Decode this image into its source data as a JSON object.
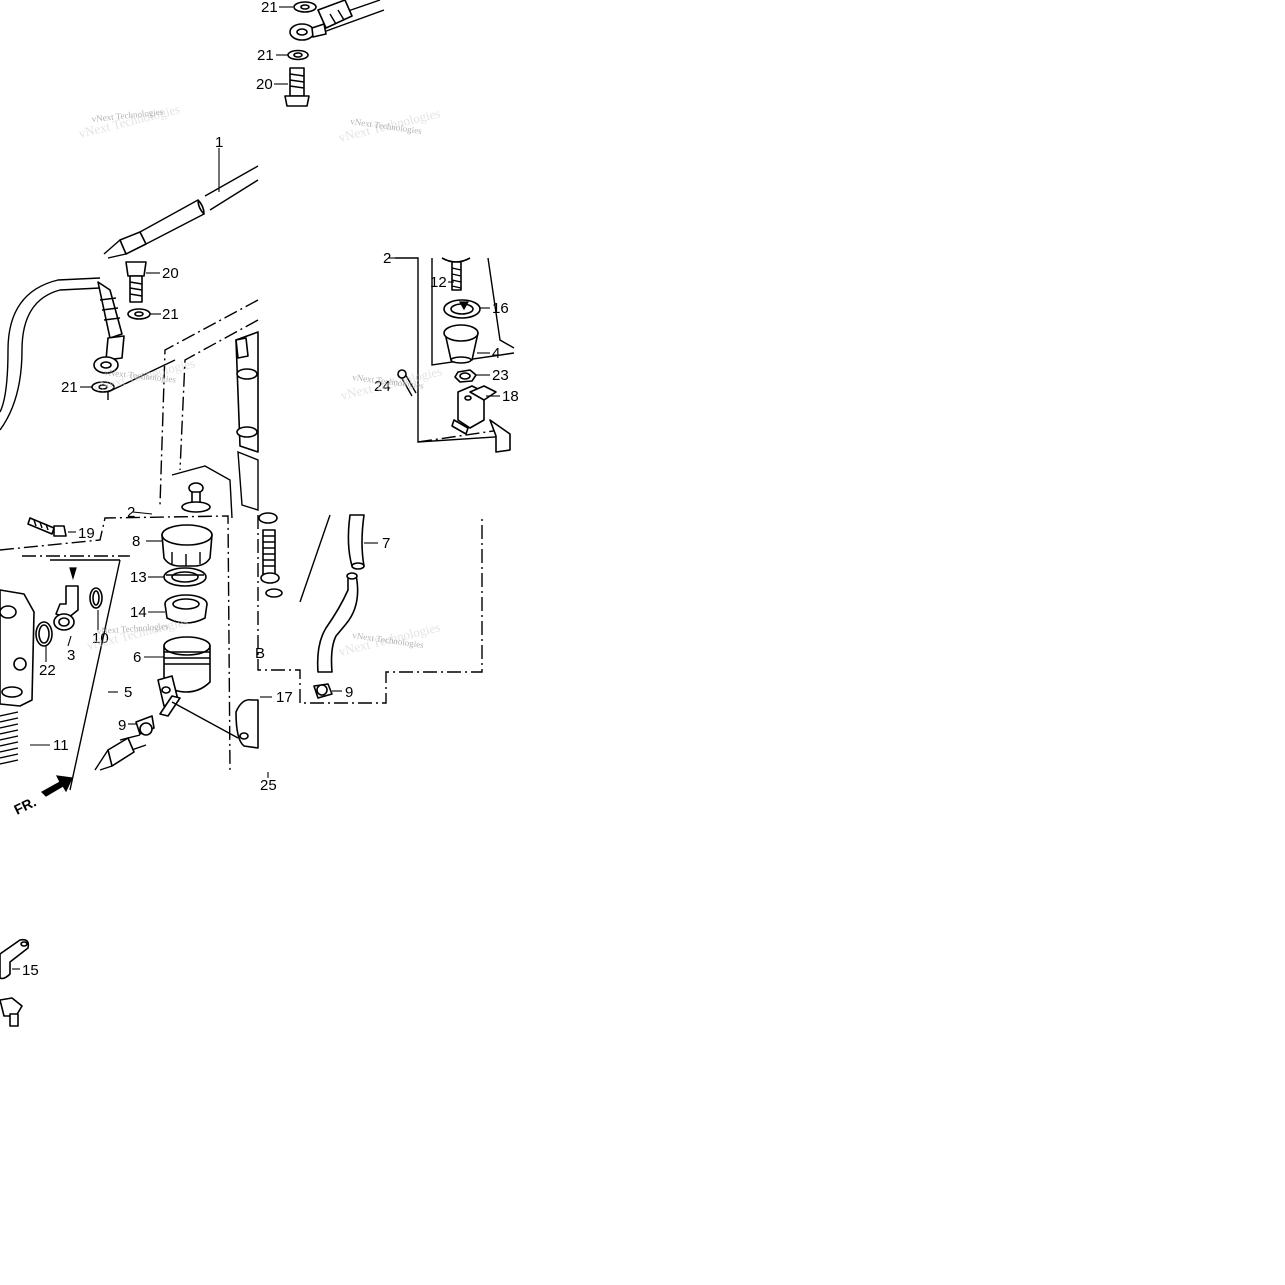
{
  "diagram": {
    "watermark_text": "vNext Technologies",
    "direction_marker": "FR.",
    "callouts": {
      "c1": "1",
      "c2a": "2",
      "c2b": "2",
      "c3": "3",
      "c4": "4",
      "c5": "5",
      "c6": "6",
      "c7": "7",
      "c8": "8",
      "c9a": "9",
      "c9b": "9",
      "c10": "10",
      "c11": "11",
      "c12": "12",
      "c13": "13",
      "c14": "14",
      "c15": "15",
      "c16": "16",
      "c17": "17",
      "c18": "18",
      "c19": "19",
      "c20a": "20",
      "c20b": "20",
      "c21a": "21",
      "c21b": "21",
      "c21c": "21",
      "c21d": "21",
      "c22": "22",
      "c23": "23",
      "c24": "24",
      "c25": "25",
      "cB": "B"
    }
  }
}
